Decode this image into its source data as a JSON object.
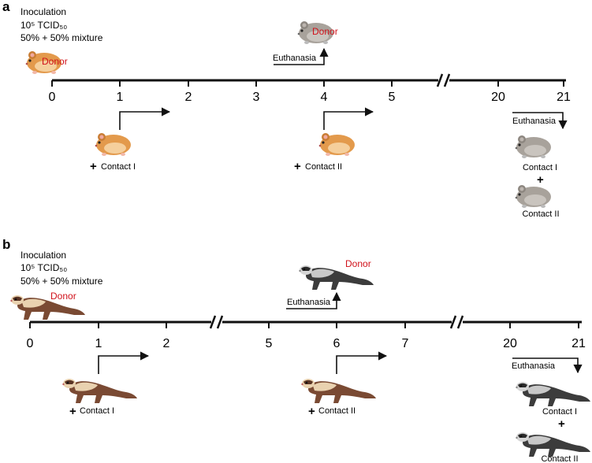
{
  "panel_a": {
    "letter": "a",
    "inoculation": [
      "Inoculation",
      "10⁵ TCID₅₀",
      "50% + 50% mixture"
    ],
    "ticks": [
      "0",
      "1",
      "2",
      "3",
      "4",
      "5",
      "20",
      "21"
    ],
    "donor_label": "Donor",
    "euthanasia_label": "Euthanasia",
    "contact1_label": "Contact I",
    "contact2_label": "Contact II",
    "plus": "+"
  },
  "panel_b": {
    "letter": "b",
    "inoculation": [
      "Inoculation",
      "10⁵ TCID₅₀",
      "50% + 50% mixture"
    ],
    "ticks": [
      "0",
      "1",
      "2",
      "5",
      "6",
      "7",
      "20",
      "21"
    ],
    "donor_label": "Donor",
    "euthanasia_label": "Euthanasia",
    "contact1_label": "Contact I",
    "contact2_label": "Contact II",
    "plus": "+"
  },
  "colors": {
    "hamster_orange": "#e39a4c",
    "hamster_gray": "#a8a29b",
    "ferret_brown": "#7a4a33",
    "ferret_cream": "#e9d2b0",
    "ferret_dark": "#3c3c3c",
    "ferret_gray": "#c9c9c9",
    "donor_text": "#d0111a"
  },
  "icons": [
    "hamster-icon",
    "ferret-icon"
  ]
}
